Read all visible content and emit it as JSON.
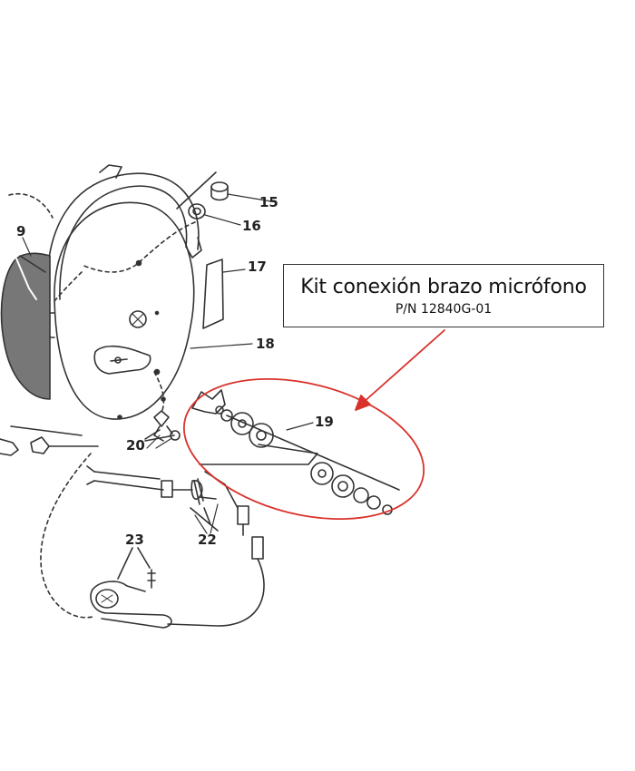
{
  "callout": {
    "title": "Kit conexión brazo micrófono",
    "part_number": "P/N 12840G-01",
    "accent_color": "#d9322b"
  },
  "labels": {
    "l9": "9",
    "l15": "15",
    "l16": "16",
    "l17": "17",
    "l18": "18",
    "l19": "19",
    "l20": "20",
    "l22": "22",
    "l23": "23"
  }
}
